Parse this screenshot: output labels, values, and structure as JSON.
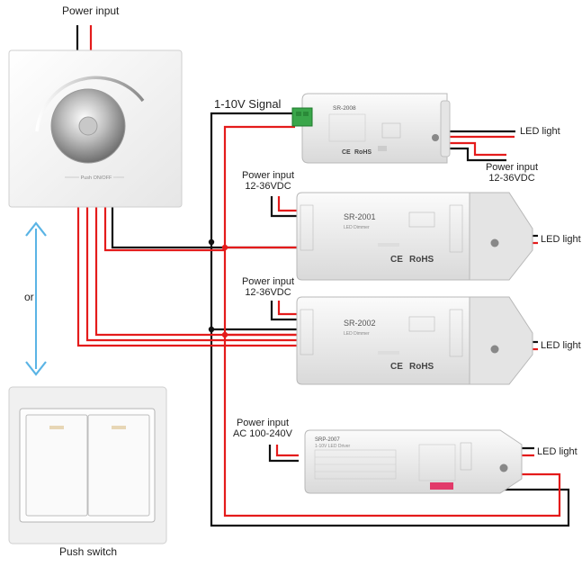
{
  "labels": {
    "power_input_top": "Power input",
    "signal": "1-10V Signal",
    "led_light": "LED light",
    "power_input": "Power input",
    "voltage_dc": "12-36VDC",
    "voltage_ac": "AC 100-240V",
    "or": "or",
    "push_switch": "Push switch",
    "push_on_off": "Push ON/OFF"
  },
  "devices": [
    {
      "model": "SR-2008"
    },
    {
      "model": "SR-2001",
      "subtitle": "LED Dimmer"
    },
    {
      "model": "SR-2002",
      "subtitle": "LED Dimmer"
    },
    {
      "model": "SRP-2007",
      "subtitle": "1-10V LED Driver"
    }
  ],
  "marks": {
    "ce": "CE",
    "rohs": "RoHS"
  },
  "colors": {
    "wire_black": "#111111",
    "wire_red": "#e41b1b",
    "arrow": "#5ab4e5",
    "terminal_green": "#3aa64a"
  }
}
